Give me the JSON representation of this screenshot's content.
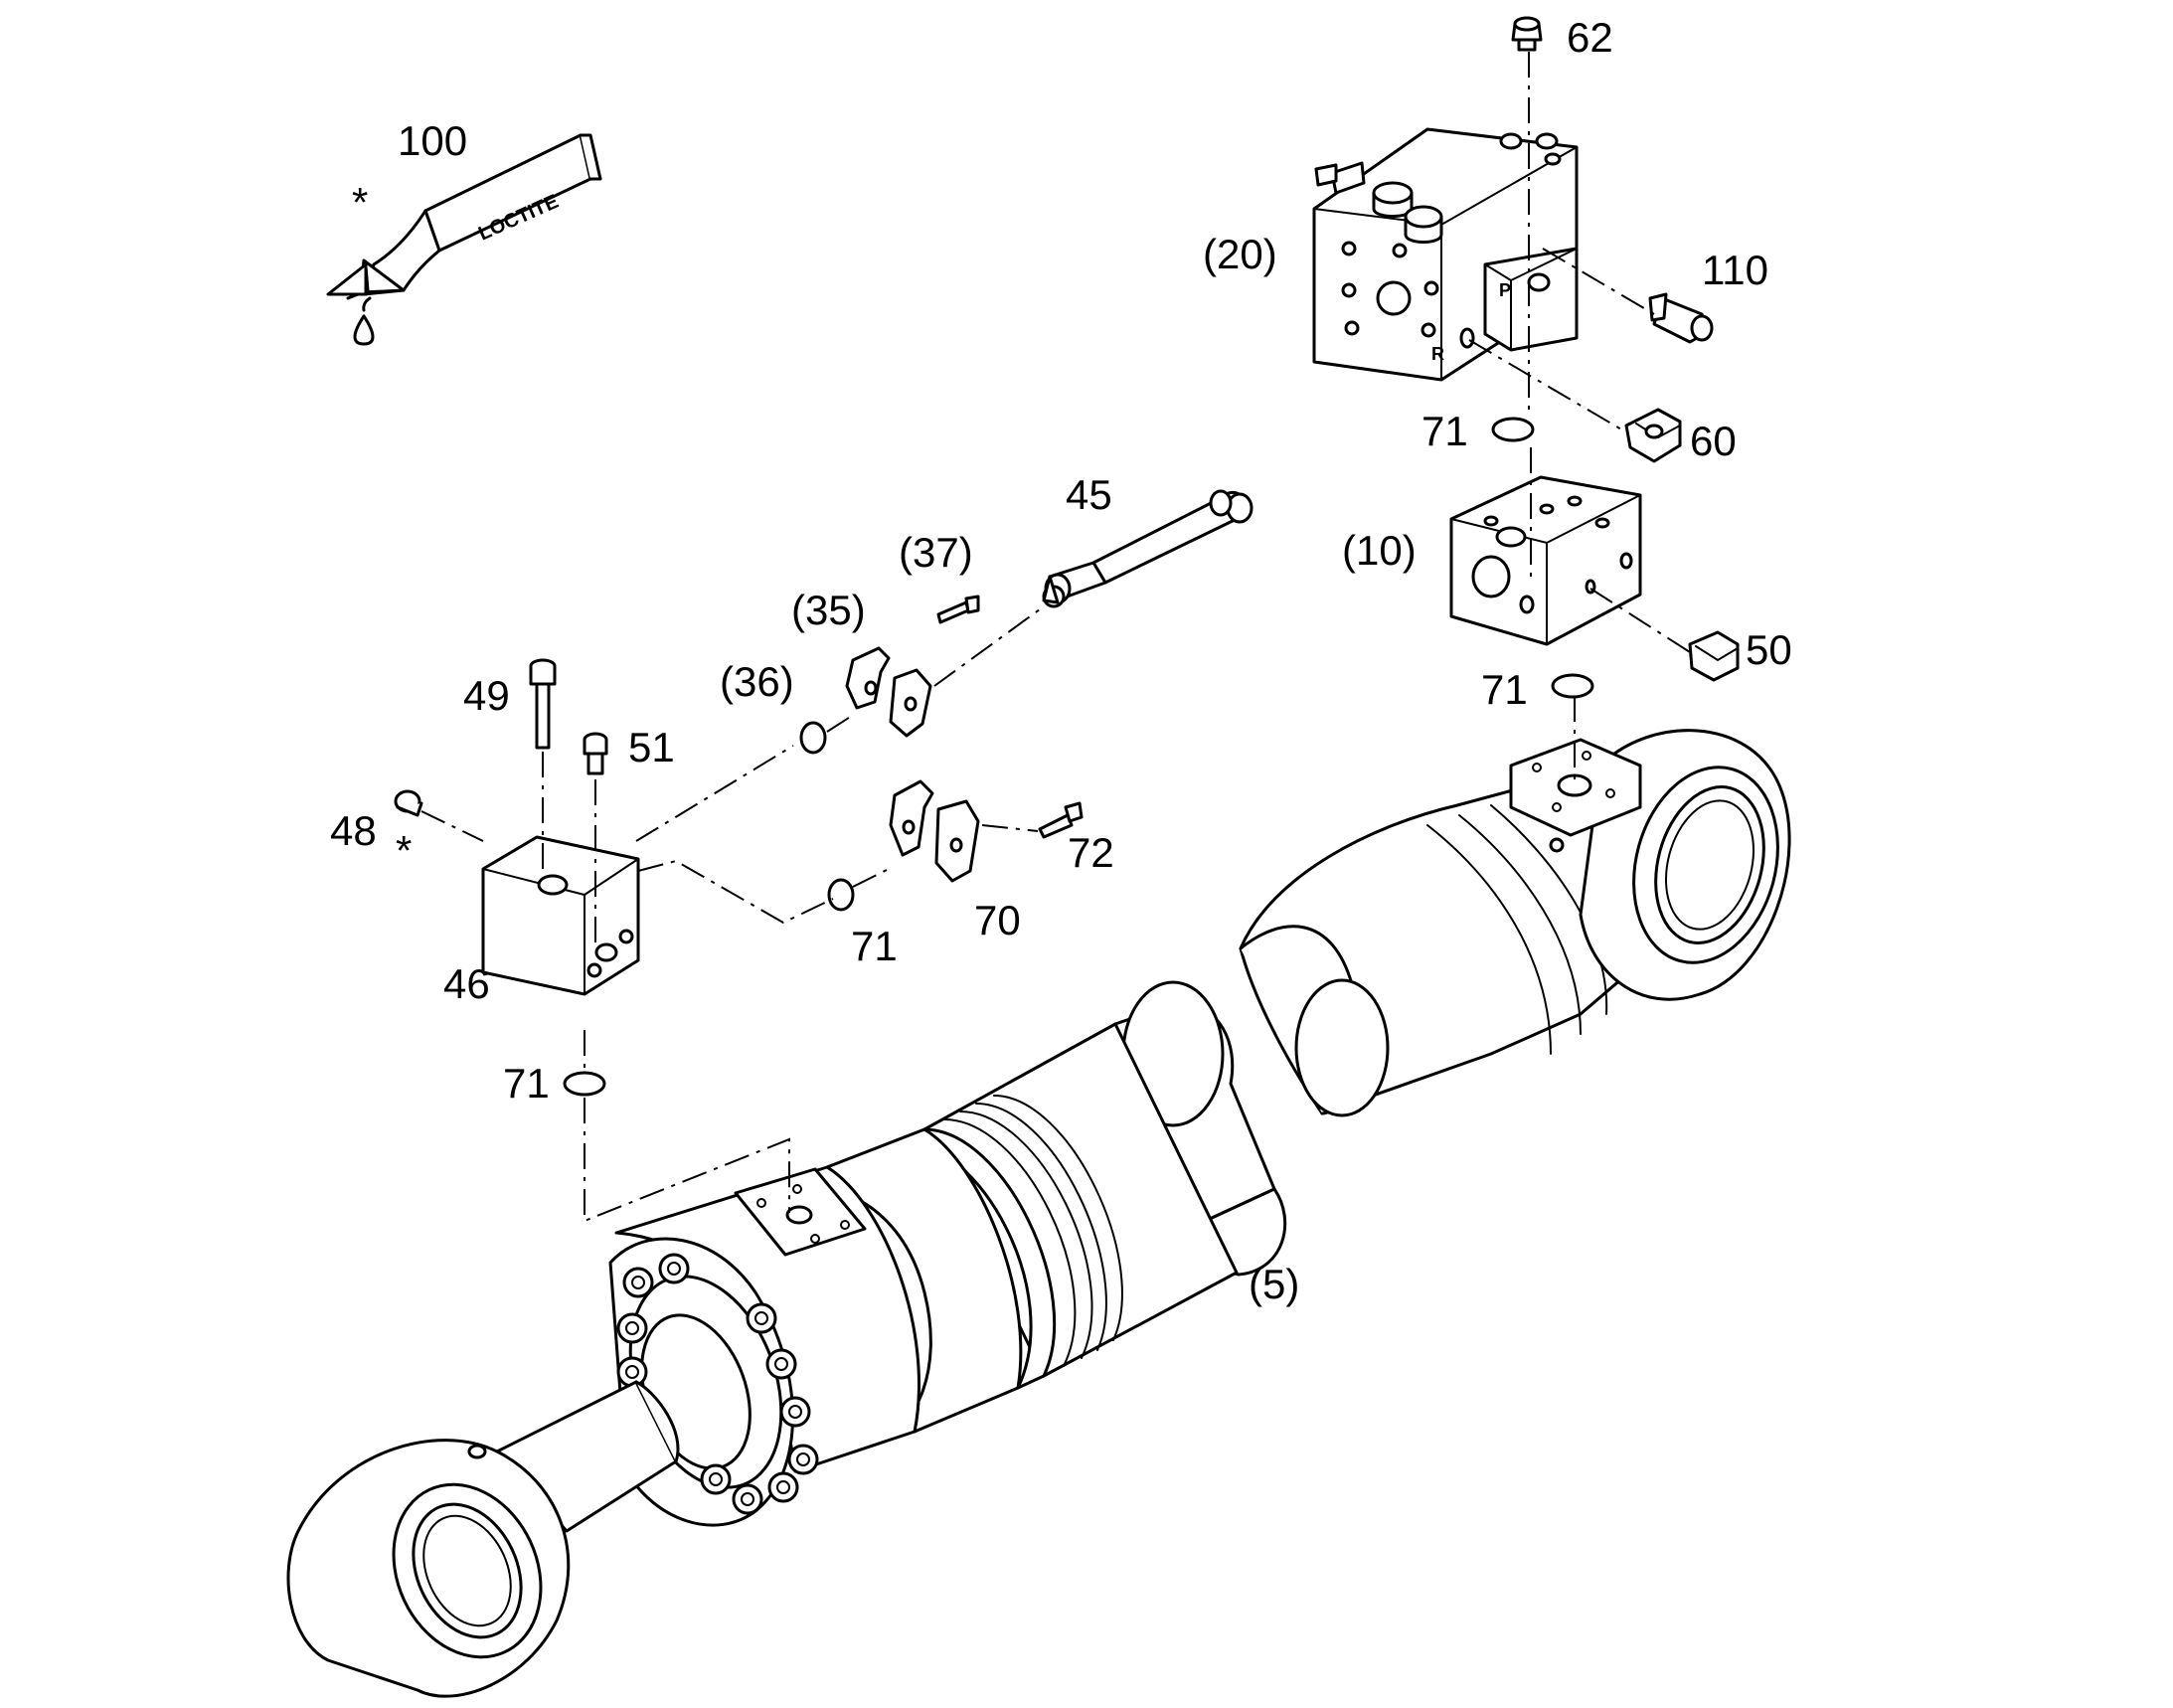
{
  "diagram": {
    "tube_text": "LOCTITE",
    "port_letters": [
      "R",
      "P"
    ],
    "labels": [
      {
        "id": "62",
        "text": "62"
      },
      {
        "id": "100",
        "text": "100"
      },
      {
        "id": "100-star",
        "text": "*"
      },
      {
        "id": "20",
        "text": "(20)"
      },
      {
        "id": "110",
        "text": "110"
      },
      {
        "id": "71a",
        "text": "71"
      },
      {
        "id": "60",
        "text": "60"
      },
      {
        "id": "45",
        "text": "45"
      },
      {
        "id": "10",
        "text": "(10)"
      },
      {
        "id": "37",
        "text": "(37)"
      },
      {
        "id": "35",
        "text": "(35)"
      },
      {
        "id": "50",
        "text": "50"
      },
      {
        "id": "36",
        "text": "(36)"
      },
      {
        "id": "71b",
        "text": "71"
      },
      {
        "id": "49",
        "text": "49"
      },
      {
        "id": "51",
        "text": "51"
      },
      {
        "id": "48",
        "text": "48"
      },
      {
        "id": "48-star",
        "text": "*"
      },
      {
        "id": "72",
        "text": "72"
      },
      {
        "id": "70",
        "text": "70"
      },
      {
        "id": "71c",
        "text": "71"
      },
      {
        "id": "46",
        "text": "46"
      },
      {
        "id": "71d",
        "text": "71"
      },
      {
        "id": "5",
        "text": "(5)"
      }
    ]
  }
}
